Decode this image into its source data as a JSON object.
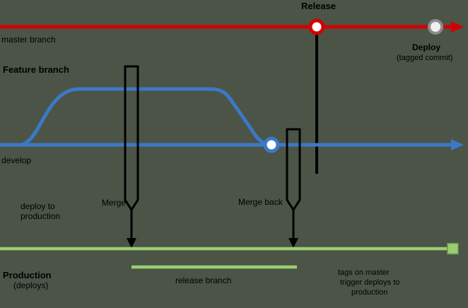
{
  "colors": {
    "background": "#4b5447",
    "master_red": "#d40000",
    "develop_blue": "#3c78c8",
    "production_green": "#9ccd72",
    "production_green_border": "#6e9950",
    "marker_gray_stroke": "#8c8c8c",
    "marker_fill": "#ffffff",
    "connector_black": "#000000",
    "text": "#000000"
  },
  "master": {
    "label": "master branch",
    "release_label": "Release",
    "deploy_label": "Deploy",
    "deploy_sublabel": "(tagged commit)"
  },
  "develop": {
    "label": "develop",
    "feature_label": "Feature branch"
  },
  "production": {
    "label": "Production",
    "sublabel": "(deploys)",
    "release_branch_label": "release branch"
  },
  "connectors": {
    "merge_left_label": "Merge",
    "merge_right_label": "Merge back",
    "note_line1": "deploy to",
    "note_line2": "production"
  },
  "caption": {
    "line1": "tags on master",
    "line2": "trigger deploys to",
    "line3": "production"
  }
}
